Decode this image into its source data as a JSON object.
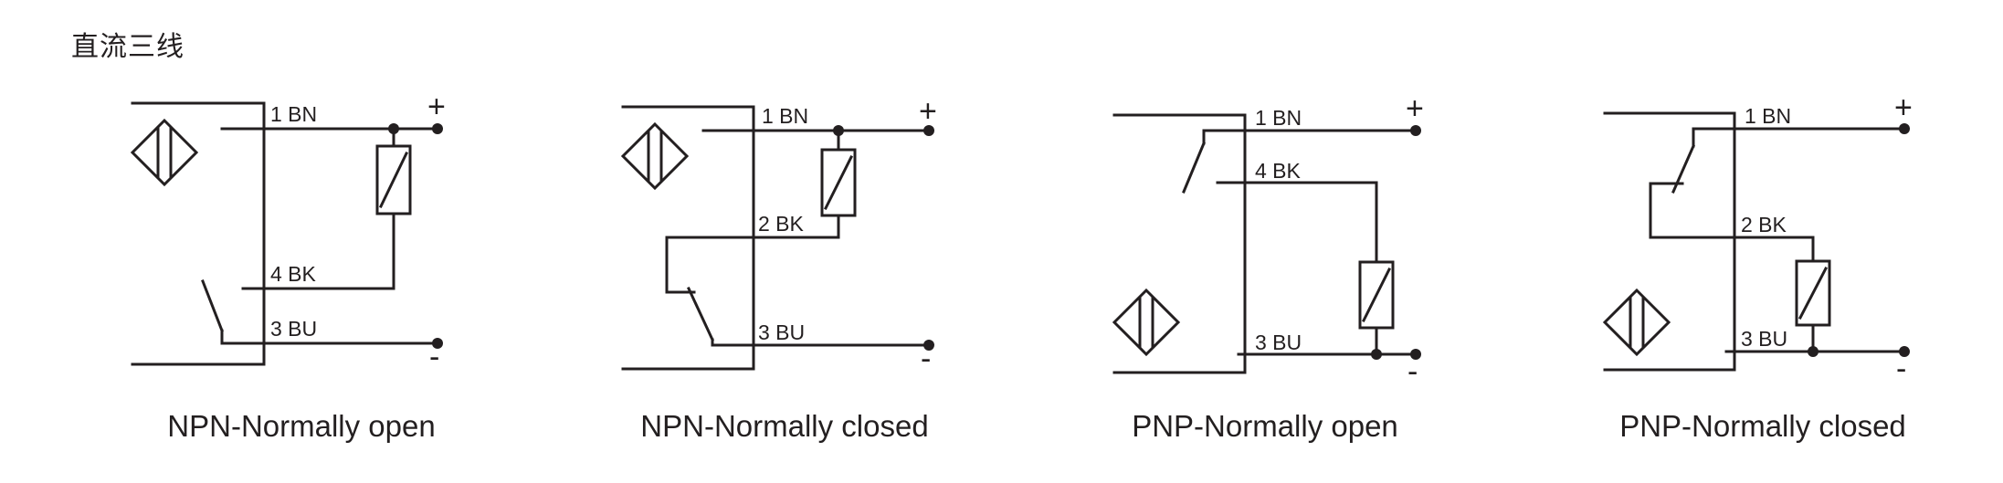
{
  "page": {
    "title": "直流三线"
  },
  "diagrams": [
    {
      "caption": "NPN-Normally open",
      "labels": {
        "l1": "1 BN",
        "l2": "4 BK",
        "l3": "3 BU"
      },
      "terminals": {
        "plus": "+",
        "minus": "-"
      }
    },
    {
      "caption": "NPN-Normally closed",
      "labels": {
        "l1": "1 BN",
        "l2": "2 BK",
        "l3": "3 BU"
      },
      "terminals": {
        "plus": "+",
        "minus": "-"
      }
    },
    {
      "caption": "PNP-Normally open",
      "labels": {
        "l1": "1 BN",
        "l2": "4 BK",
        "l3": "3 BU"
      },
      "terminals": {
        "plus": "+",
        "minus": "-"
      }
    },
    {
      "caption": "PNP-Normally closed",
      "labels": {
        "l1": "1 BN",
        "l2": "2 BK",
        "l3": "3 BU"
      },
      "terminals": {
        "plus": "+",
        "minus": "-"
      }
    }
  ]
}
